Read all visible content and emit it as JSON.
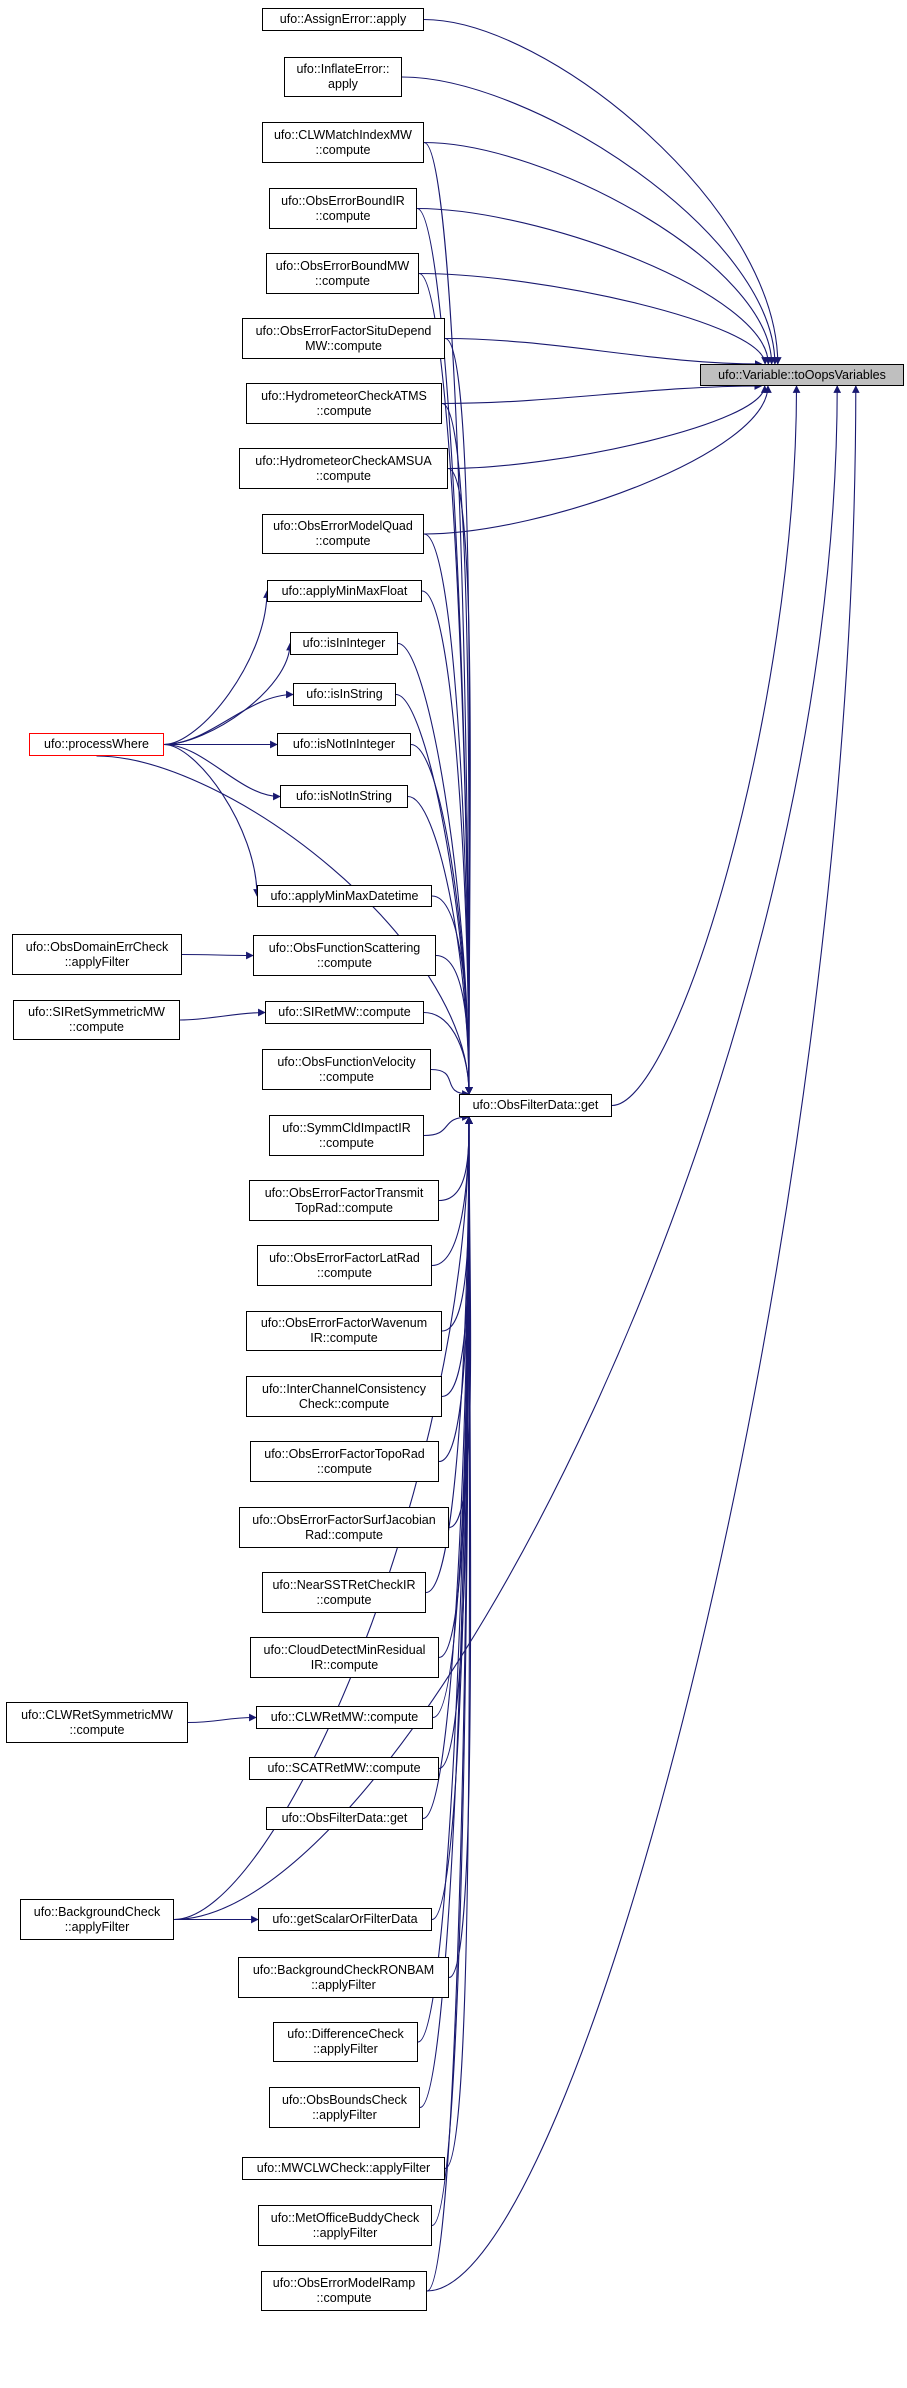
{
  "colors": {
    "edge": "#191970",
    "node_border": "#000000",
    "highlight_border": "#ff0000",
    "target_fill": "#bfbfbf"
  },
  "nodes": {
    "variable_to_oops": "ufo::Variable::toOopsVariables",
    "filter_data_get": "ufo::ObsFilterData::get",
    "assign_error": "ufo::AssignError::apply",
    "inflate_error": "ufo::InflateError::\napply",
    "clw_match_index": "ufo::CLWMatchIndexMW\n::compute",
    "obs_error_bound_ir": "ufo::ObsErrorBoundIR\n::compute",
    "obs_error_bound_mw": "ufo::ObsErrorBoundMW\n::compute",
    "obs_error_factor_situ": "ufo::ObsErrorFactorSituDepend\nMW::compute",
    "hydrometeor_atms": "ufo::HydrometeorCheckATMS\n::compute",
    "hydrometeor_amsua": "ufo::HydrometeorCheckAMSUA\n::compute",
    "obs_error_model_quad": "ufo::ObsErrorModelQuad\n::compute",
    "apply_min_max_float": "ufo::applyMinMaxFloat",
    "is_in_integer": "ufo::isInInteger",
    "is_in_string": "ufo::isInString",
    "process_where": "ufo::processWhere",
    "is_not_in_integer": "ufo::isNotInInteger",
    "is_not_in_string": "ufo::isNotInString",
    "apply_min_max_datetime": "ufo::applyMinMaxDatetime",
    "obs_domain_err_check": "ufo::ObsDomainErrCheck\n::applyFilter",
    "obs_function_scattering": "ufo::ObsFunctionScattering\n::compute",
    "si_ret_symmetric_mw": "ufo::SIRetSymmetricMW\n::compute",
    "si_ret_mw": "ufo::SIRetMW::compute",
    "obs_function_velocity": "ufo::ObsFunctionVelocity\n::compute",
    "symm_cld_impact_ir": "ufo::SymmCldImpactIR\n::compute",
    "obs_error_factor_transmit": "ufo::ObsErrorFactorTransmit\nTopRad::compute",
    "obs_error_factor_lat_rad": "ufo::ObsErrorFactorLatRad\n::compute",
    "obs_error_factor_wavenum": "ufo::ObsErrorFactorWavenum\nIR::compute",
    "inter_channel_consistency": "ufo::InterChannelConsistency\nCheck::compute",
    "obs_error_factor_topo_rad": "ufo::ObsErrorFactorTopoRad\n::compute",
    "obs_error_factor_surf_jacobian": "ufo::ObsErrorFactorSurfJacobian\nRad::compute",
    "near_sst_ret_check_ir": "ufo::NearSSTRetCheckIR\n::compute",
    "cloud_detect_min_residual": "ufo::CloudDetectMinResidual\nIR::compute",
    "clw_ret_symmetric_mw": "ufo::CLWRetSymmetricMW\n::compute",
    "clw_ret_mw": "ufo::CLWRetMW::compute",
    "scat_ret_mw": "ufo::SCATRetMW::compute",
    "filter_data_get_2": "ufo::ObsFilterData::get",
    "background_check": "ufo::BackgroundCheck\n::applyFilter",
    "get_scalar_or_filter_data": "ufo::getScalarOrFilterData",
    "background_check_ronbam": "ufo::BackgroundCheckRONBAM\n::applyFilter",
    "difference_check": "ufo::DifferenceCheck\n::applyFilter",
    "obs_bounds_check": "ufo::ObsBoundsCheck\n::applyFilter",
    "mwclw_check": "ufo::MWCLWCheck::applyFilter",
    "met_office_buddy_check": "ufo::MetOfficeBuddyCheck\n::applyFilter",
    "obs_error_model_ramp": "ufo::ObsErrorModelRamp\n::compute"
  },
  "edges": [
    [
      "assign_error",
      "variable_to_oops"
    ],
    [
      "inflate_error",
      "variable_to_oops"
    ],
    [
      "clw_match_index",
      "variable_to_oops"
    ],
    [
      "obs_error_bound_ir",
      "variable_to_oops"
    ],
    [
      "obs_error_bound_mw",
      "variable_to_oops"
    ],
    [
      "obs_error_factor_situ",
      "variable_to_oops"
    ],
    [
      "hydrometeor_atms",
      "variable_to_oops"
    ],
    [
      "hydrometeor_amsua",
      "variable_to_oops"
    ],
    [
      "obs_error_model_quad",
      "variable_to_oops"
    ],
    [
      "filter_data_get",
      "variable_to_oops"
    ],
    [
      "background_check",
      "variable_to_oops"
    ],
    [
      "obs_error_model_ramp",
      "variable_to_oops"
    ],
    [
      "process_where",
      "apply_min_max_float"
    ],
    [
      "process_where",
      "is_in_integer"
    ],
    [
      "process_where",
      "is_in_string"
    ],
    [
      "process_where",
      "is_not_in_integer"
    ],
    [
      "process_where",
      "is_not_in_string"
    ],
    [
      "process_where",
      "apply_min_max_datetime"
    ],
    [
      "process_where",
      "filter_data_get"
    ],
    [
      "obs_domain_err_check",
      "obs_function_scattering"
    ],
    [
      "si_ret_symmetric_mw",
      "si_ret_mw"
    ],
    [
      "clw_ret_symmetric_mw",
      "clw_ret_mw"
    ],
    [
      "background_check",
      "get_scalar_or_filter_data"
    ],
    [
      "clw_match_index",
      "filter_data_get"
    ],
    [
      "obs_error_bound_ir",
      "filter_data_get"
    ],
    [
      "obs_error_bound_mw",
      "filter_data_get"
    ],
    [
      "obs_error_factor_situ",
      "filter_data_get"
    ],
    [
      "hydrometeor_atms",
      "filter_data_get"
    ],
    [
      "hydrometeor_amsua",
      "filter_data_get"
    ],
    [
      "obs_error_model_quad",
      "filter_data_get"
    ],
    [
      "apply_min_max_float",
      "filter_data_get"
    ],
    [
      "is_in_integer",
      "filter_data_get"
    ],
    [
      "is_in_string",
      "filter_data_get"
    ],
    [
      "is_not_in_integer",
      "filter_data_get"
    ],
    [
      "is_not_in_string",
      "filter_data_get"
    ],
    [
      "apply_min_max_datetime",
      "filter_data_get"
    ],
    [
      "obs_function_scattering",
      "filter_data_get"
    ],
    [
      "si_ret_mw",
      "filter_data_get"
    ],
    [
      "obs_function_velocity",
      "filter_data_get"
    ],
    [
      "symm_cld_impact_ir",
      "filter_data_get"
    ],
    [
      "obs_error_factor_transmit",
      "filter_data_get"
    ],
    [
      "obs_error_factor_lat_rad",
      "filter_data_get"
    ],
    [
      "obs_error_factor_wavenum",
      "filter_data_get"
    ],
    [
      "inter_channel_consistency",
      "filter_data_get"
    ],
    [
      "obs_error_factor_topo_rad",
      "filter_data_get"
    ],
    [
      "obs_error_factor_surf_jacobian",
      "filter_data_get"
    ],
    [
      "near_sst_ret_check_ir",
      "filter_data_get"
    ],
    [
      "cloud_detect_min_residual",
      "filter_data_get"
    ],
    [
      "clw_ret_mw",
      "filter_data_get"
    ],
    [
      "scat_ret_mw",
      "filter_data_get"
    ],
    [
      "filter_data_get_2",
      "filter_data_get"
    ],
    [
      "get_scalar_or_filter_data",
      "filter_data_get"
    ],
    [
      "background_check_ronbam",
      "filter_data_get"
    ],
    [
      "difference_check",
      "filter_data_get"
    ],
    [
      "obs_bounds_check",
      "filter_data_get"
    ],
    [
      "mwclw_check",
      "filter_data_get"
    ],
    [
      "met_office_buddy_check",
      "filter_data_get"
    ],
    [
      "obs_error_model_ramp",
      "filter_data_get"
    ],
    [
      "background_check",
      "filter_data_get"
    ]
  ]
}
